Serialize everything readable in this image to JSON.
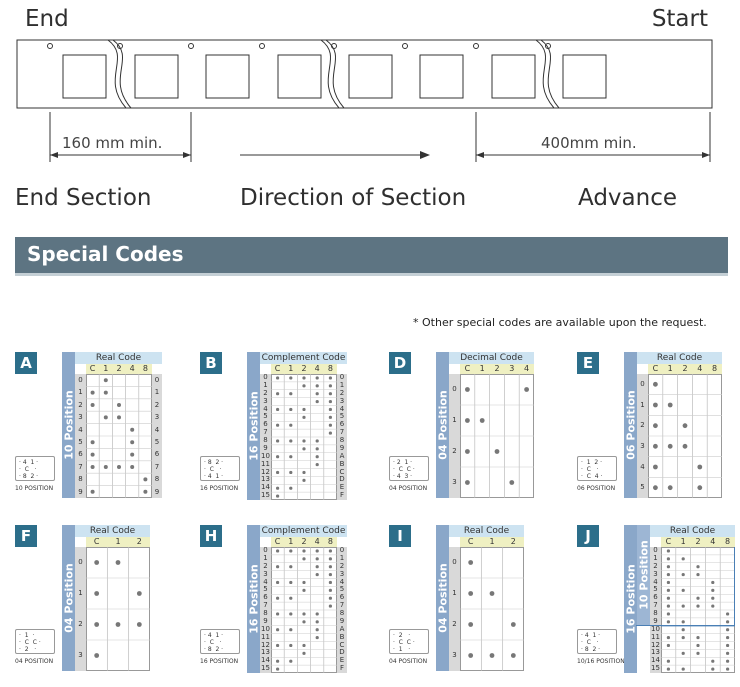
{
  "diagram": {
    "end_label": "End",
    "start_label": "Start",
    "end_min_label": "160 mm min.",
    "start_min_label": "400mm min.",
    "end_section_label": "End Section",
    "direction_label": "Direction of Section",
    "advance_label": "Advance"
  },
  "banner": {
    "title": "Special Codes"
  },
  "note": "* Other special codes are available upon the request.",
  "panels": [
    {
      "letter": "A",
      "side_label": "10 Position",
      "title": "Real Code",
      "columns": [
        "C",
        "1",
        "2",
        "4",
        "8"
      ],
      "rows": [
        "0",
        "1",
        "2",
        "3",
        "4",
        "5",
        "6",
        "7",
        "8",
        "9"
      ],
      "right_labels": [
        "0",
        "1",
        "2",
        "3",
        "4",
        "5",
        "6",
        "7",
        "8",
        "9"
      ],
      "dots": [
        [
          1
        ],
        [
          0,
          1
        ],
        [
          0,
          2
        ],
        [
          1,
          2
        ],
        [
          3
        ],
        [
          0,
          3
        ],
        [
          0,
          3
        ],
        [
          0,
          1,
          2,
          3
        ],
        [
          4
        ],
        [
          0,
          4
        ]
      ],
      "tape_text": "· 4  1 ·\n·  C   ·\n· 8  2 ·",
      "position_label": "10 POSITION"
    },
    {
      "letter": "B",
      "side_label": "16 Position",
      "title": "Complement Code",
      "columns": [
        "C",
        "1",
        "2",
        "4",
        "8"
      ],
      "rows": [
        "0",
        "1",
        "2",
        "3",
        "4",
        "5",
        "6",
        "7",
        "8",
        "9",
        "10",
        "11",
        "12",
        "13",
        "14",
        "15"
      ],
      "right_labels": [
        "0",
        "1",
        "2",
        "3",
        "4",
        "5",
        "6",
        "7",
        "8",
        "9",
        "A",
        "B",
        "C",
        "D",
        "E",
        "F"
      ],
      "dots": [
        [
          0,
          1,
          2,
          3,
          4
        ],
        [
          2,
          3,
          4
        ],
        [
          0,
          1,
          3,
          4
        ],
        [
          3,
          4
        ],
        [
          0,
          1,
          2,
          4
        ],
        [
          2,
          4
        ],
        [
          0,
          1,
          4
        ],
        [
          4
        ],
        [
          0,
          1,
          2,
          3
        ],
        [
          2,
          3
        ],
        [
          0,
          1,
          3
        ],
        [
          3
        ],
        [
          0,
          1,
          2
        ],
        [
          2
        ],
        [
          0,
          1
        ],
        [
          0
        ]
      ],
      "tape_text": "· 8  2 ·\n·  C   ·\n· 4  1 ·",
      "position_label": "16 POSITION"
    },
    {
      "letter": "D",
      "side_label": "04 Position",
      "title": "Decimal Code",
      "columns": [
        "C",
        "1",
        "2",
        "3",
        "4"
      ],
      "rows": [
        "0",
        "1",
        "2",
        "3"
      ],
      "right_labels": [],
      "dots": [
        [
          0,
          4
        ],
        [
          0,
          1
        ],
        [
          0,
          2
        ],
        [
          0,
          3
        ]
      ],
      "tape_text": "· 2  1 ·\n·  C  C ·\n· 4  3 ·",
      "position_label": "04 POSITION"
    },
    {
      "letter": "E",
      "side_label": "06 Position",
      "title": "Real Code",
      "columns": [
        "C",
        "1",
        "2",
        "4",
        "8"
      ],
      "rows": [
        "0",
        "1",
        "2",
        "3",
        "4",
        "5"
      ],
      "right_labels": [],
      "dots": [
        [
          0
        ],
        [
          0,
          1
        ],
        [
          0,
          2
        ],
        [
          0,
          1,
          2
        ],
        [
          0,
          3
        ],
        [
          0,
          1,
          3
        ]
      ],
      "tape_text": "·  1  2 ·\n·  C   ·\n·  C  4 ·",
      "position_label": "06 POSITION"
    },
    {
      "letter": "F",
      "side_label": "04 Position",
      "title": "Real Code",
      "columns": [
        "C",
        "1",
        "2"
      ],
      "rows": [
        "0",
        "1",
        "2",
        "3"
      ],
      "right_labels": [],
      "dots": [
        [
          0,
          1
        ],
        [
          0,
          2
        ],
        [
          0,
          1,
          2
        ],
        [
          0
        ]
      ],
      "tape_text": "·  1  ·\n·  C  C ·\n·  2   ·",
      "position_label": "04 POSITION"
    },
    {
      "letter": "H",
      "side_label": "16 Position",
      "title": "Complement Code",
      "columns": [
        "C",
        "1",
        "2",
        "4",
        "8"
      ],
      "rows": [
        "0",
        "1",
        "2",
        "3",
        "4",
        "5",
        "6",
        "7",
        "8",
        "9",
        "10",
        "11",
        "12",
        "13",
        "14",
        "15"
      ],
      "right_labels": [
        "0",
        "1",
        "2",
        "3",
        "4",
        "5",
        "6",
        "7",
        "8",
        "9",
        "A",
        "B",
        "C",
        "D",
        "E",
        "F"
      ],
      "dots": [
        [
          0,
          1,
          2,
          3,
          4
        ],
        [
          2,
          3,
          4
        ],
        [
          0,
          1,
          3,
          4
        ],
        [
          3,
          4
        ],
        [
          0,
          1,
          2,
          4
        ],
        [
          2,
          4
        ],
        [
          0,
          1,
          4
        ],
        [
          4
        ],
        [
          0,
          1,
          2,
          3
        ],
        [
          2,
          3
        ],
        [
          0,
          1,
          3
        ],
        [
          3
        ],
        [
          0,
          1,
          2
        ],
        [
          2
        ],
        [
          0,
          1
        ],
        [
          0
        ]
      ],
      "tape_text": "· 4  1 ·\n·  C   ·\n· 8  2 ·",
      "position_label": "16 POSITION"
    },
    {
      "letter": "I",
      "side_label": "04 Position",
      "title": "Real Code",
      "columns": [
        "C",
        "1",
        "2"
      ],
      "rows": [
        "0",
        "1",
        "2",
        "3"
      ],
      "right_labels": [],
      "dots": [
        [
          0
        ],
        [
          0,
          1
        ],
        [
          0,
          2
        ],
        [
          0,
          1,
          2
        ]
      ],
      "tape_text": "·  2   ·\n·  C  C ·\n·  1   ·",
      "position_label": "04 POSITION"
    },
    {
      "letter": "J",
      "side_label": "16 Position",
      "side_label_2": "10 Position",
      "title": "Real Code",
      "columns": [
        "C",
        "1",
        "2",
        "4",
        "8"
      ],
      "rows": [
        "0",
        "1",
        "2",
        "3",
        "4",
        "5",
        "6",
        "7",
        "8",
        "9",
        "10",
        "11",
        "12",
        "13",
        "14",
        "15"
      ],
      "right_labels": [],
      "dots": [
        [
          0
        ],
        [
          0,
          1
        ],
        [
          0,
          2
        ],
        [
          0,
          1,
          2
        ],
        [
          0,
          3
        ],
        [
          0,
          1,
          3
        ],
        [
          0,
          2,
          3
        ],
        [
          0,
          1,
          2,
          3
        ],
        [
          0,
          4
        ],
        [
          0,
          1,
          4
        ],
        [
          1,
          4
        ],
        [
          0,
          1,
          2,
          4
        ],
        [
          0,
          2,
          4
        ],
        [
          1,
          2,
          4
        ],
        [
          0,
          3,
          4
        ],
        [
          0,
          1,
          3,
          4
        ]
      ],
      "tape_text": "· 4  1 ·\n·  C   ·\n· 8  2 ·",
      "position_label": "10/16 POSITION"
    }
  ]
}
